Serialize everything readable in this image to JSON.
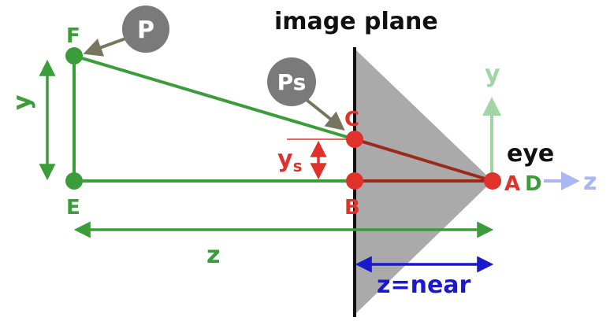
{
  "title": "image plane",
  "points": {
    "F": "F",
    "E": "E",
    "C": "C",
    "B": "B",
    "A": "A",
    "D": "D"
  },
  "badges": {
    "P": "P",
    "Ps": "Ps"
  },
  "labels": {
    "y": "y",
    "ys_main": "y",
    "ys_sub": "s",
    "z_bottom": "z",
    "z_near": "z=near",
    "eye": "eye",
    "axis_y": "y",
    "axis_z": "z"
  },
  "colors": {
    "green": "#3a9d3a",
    "red": "#e0322a",
    "dark_red": "#9a2a1a",
    "blue": "#1a1acc",
    "gray_cone": "#aaaaaa",
    "badge_gray": "#7a7a7a"
  }
}
